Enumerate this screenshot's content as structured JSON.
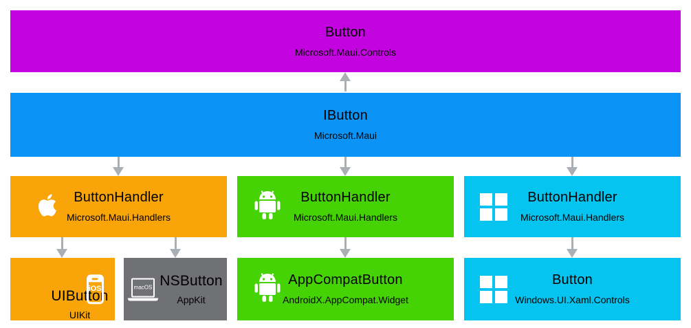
{
  "colors": {
    "magenta": "#C303E0",
    "blue": "#0B93F5",
    "orange": "#F9A509",
    "green": "#46D305",
    "cyan": "#05C4EF",
    "gray": "#707175",
    "arrow": "#A9AFB5",
    "text": "#000000",
    "background": "#FFFFFF"
  },
  "nodes": {
    "maui_button": {
      "title": "Button",
      "subtitle": "Microsoft.Maui.Controls"
    },
    "ibutton": {
      "title": "IButton",
      "subtitle": "Microsoft.Maui"
    },
    "handler_ios": {
      "title": "ButtonHandler",
      "subtitle": "Microsoft.Maui.Handlers",
      "icon": "apple-icon"
    },
    "handler_android": {
      "title": "ButtonHandler",
      "subtitle": "Microsoft.Maui.Handlers",
      "icon": "android-icon"
    },
    "handler_windows": {
      "title": "ButtonHandler",
      "subtitle": "Microsoft.Maui.Handlers",
      "icon": "windows-icon"
    },
    "uibutton": {
      "title": "UIButton",
      "subtitle": "UIKit",
      "icon": "iphone-icon",
      "badge": "iOS"
    },
    "nsbutton": {
      "title": "NSButton",
      "subtitle": "AppKit",
      "icon": "macbook-icon",
      "badge": "macOS"
    },
    "appcompat_button": {
      "title": "AppCompatButton",
      "subtitle": "AndroidX.AppCompat.Widget",
      "icon": "android-icon"
    },
    "winui_button": {
      "title": "Button",
      "subtitle": "Windows.UI.Xaml.Controls",
      "icon": "windows-icon"
    }
  }
}
